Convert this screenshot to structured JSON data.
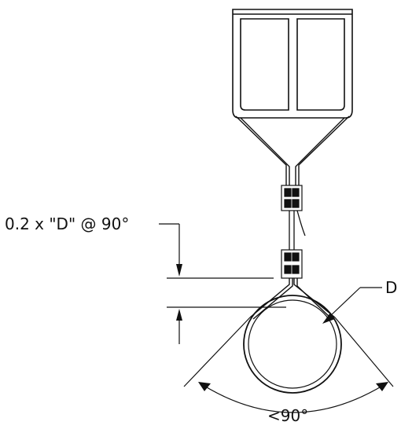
{
  "labels": {
    "spacing_label": "0.2 x \"D\" @ 90°",
    "diameter_label": "D",
    "angle_label": "<90°"
  },
  "colors": {
    "line": "#111111",
    "background": "#ffffff"
  }
}
